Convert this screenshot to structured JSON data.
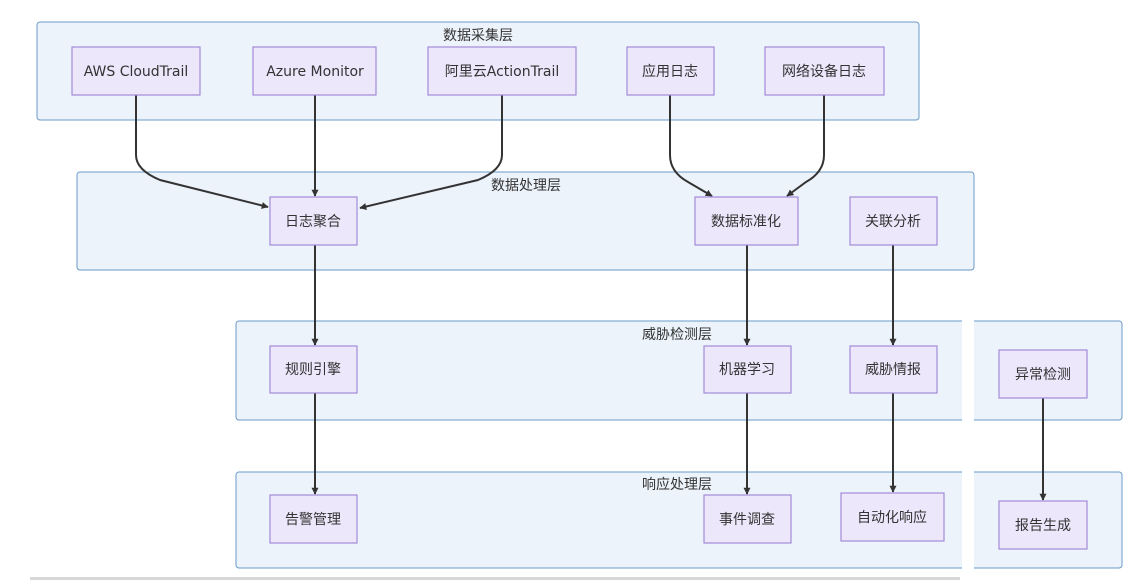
{
  "layers": {
    "collection": "数据采集层",
    "processing": "数据处理层",
    "detection": "威胁检测层",
    "response": "响应处理层"
  },
  "nodes": {
    "aws_cloudtrail": "AWS CloudTrail",
    "azure_monitor": "Azure Monitor",
    "aliyun_actiontrail": "阿里云ActionTrail",
    "app_logs": "应用日志",
    "network_logs": "网络设备日志",
    "log_aggregation": "日志聚合",
    "data_normalization": "数据标准化",
    "correlation_analysis": "关联分析",
    "rule_engine": "规则引擎",
    "machine_learning": "机器学习",
    "threat_intel": "威胁情报",
    "anomaly_detection": "异常检测",
    "alert_management": "告警管理",
    "incident_investigation": "事件调查",
    "auto_response": "自动化响应",
    "report_generation": "报告生成"
  }
}
